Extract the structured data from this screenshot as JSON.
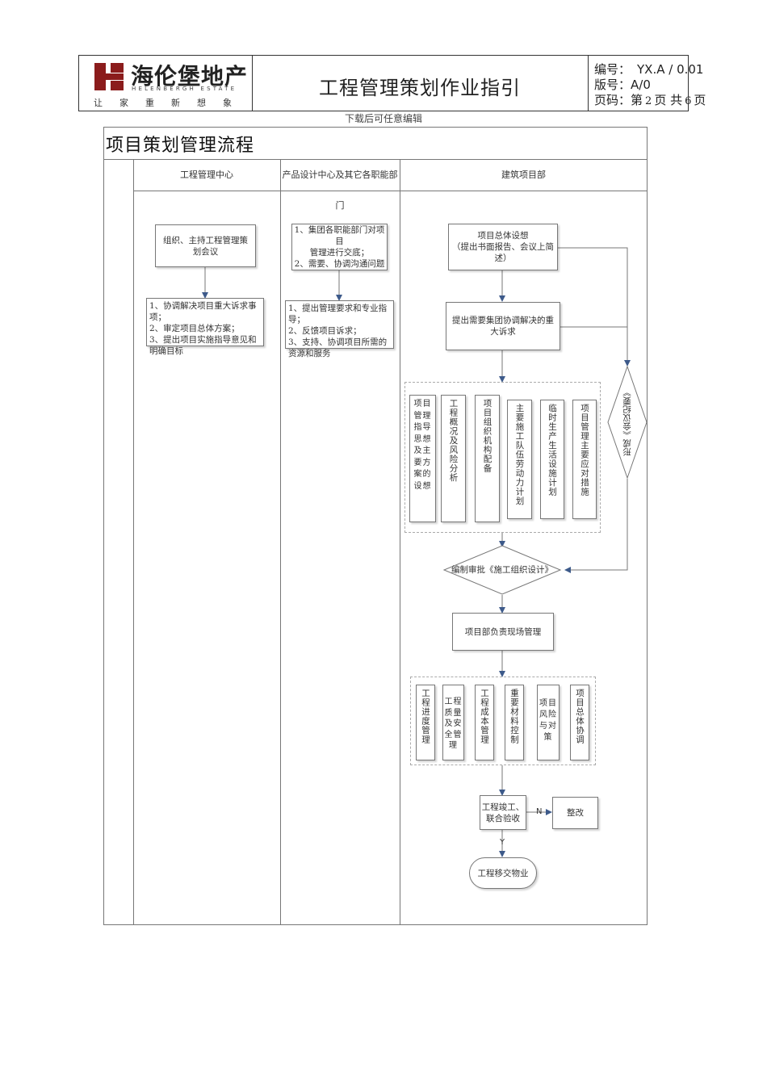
{
  "header": {
    "logo_cn": "海伦堡地产",
    "logo_en": "HELENBERGH ESTATE",
    "logo_slogan": "让家重新想象",
    "doc_title": "工程管理策划作业指引",
    "code_label": "编号：",
    "code_value": "YX.A / 0.01",
    "version_label": "版号：",
    "version_value": "A/0",
    "page_label": "页码：",
    "page_prefix": "第",
    "page_current": "2",
    "page_mid": "页 共",
    "page_total": "6",
    "page_suffix": "页",
    "brand_color": "#8b1c1c"
  },
  "note": "下载后可任意编辑",
  "flow": {
    "title": "项目策划管理流程",
    "columns": [
      "工程管理中心",
      "产品设计中心及其它各职能部门",
      "建筑项目部"
    ],
    "col1": {
      "box1": "组织、主持工程管理策划会议",
      "list": [
        "1、协调解决项目重大诉求事项；",
        "2、审定项目总体方案；",
        "3、提出项目实施指导意见和明确目标"
      ]
    },
    "col2": {
      "box1_lines": [
        "1、集团各职能部门对项目",
        "管理进行交底；",
        "2、需要、协调沟通问题"
      ],
      "list": [
        "1、提出管理要求和专业指导；",
        "2、反馈项目诉求；",
        "3、支持、协调项目所需的资源和服务"
      ]
    },
    "col3": {
      "box1_lines": [
        "项目总体设想",
        "（提出书面报告、会议上简",
        "述）"
      ],
      "box2": "提出需要集团协调解决的重大诉求",
      "row1": [
        "项目管理指导思想及主要方案的设想",
        "工程概况及风险分析",
        "项目组织机构配备",
        "主要施工队伍劳动力计划",
        "临时生产生活设施计划",
        "项目管理主要应对措施"
      ],
      "meeting": "形成《会议纪要》",
      "org_design": "编制审批《施工组织设计》",
      "site_mgmt": "项目部负责现场管理",
      "row2": [
        "工程进度管理",
        "工程质量及安全管理",
        "工程成本管理",
        "重要材料控制",
        "项目风险与对策",
        "项目总体协调"
      ],
      "acceptance_lines": [
        "工程竣工、",
        "联合验收"
      ],
      "no_label": "N",
      "rectify": "整改",
      "yes_label": "Y",
      "handover": "工程移交物业"
    }
  },
  "colors": {
    "line": "#777777",
    "arrow": "#3d5a8a"
  }
}
